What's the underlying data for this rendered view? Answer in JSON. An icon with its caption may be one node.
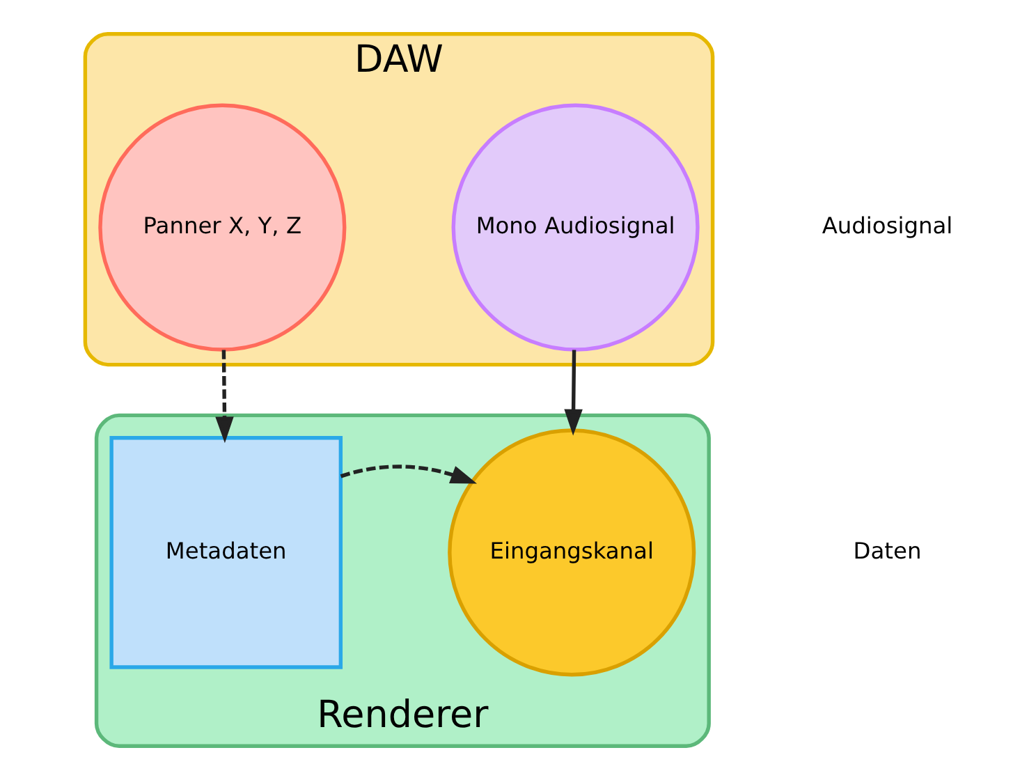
{
  "diagram": {
    "nodes": [
      {
        "text": [
          "DAW"
        ]
      },
      {
        "text": [
          "Mono Audiosignal"
        ],
        "in": 0
      },
      {
        "text": [
          "Panner X, Y, Z"
        ],
        "in": 0
      },
      {
        "text": [
          "Renderer"
        ]
      },
      {
        "text": [
          "Eingangskanal"
        ],
        "in": 3
      },
      {
        "text": [
          "Metadaten"
        ],
        "in": 3
      }
    ],
    "edges": [
      {
        "from": 1,
        "to": 4,
        "arrow": "to"
      },
      {
        "from": 2,
        "to": 5,
        "arrow": "to",
        "style": "dashed"
      },
      {
        "from": 5,
        "to": 4,
        "arrow": "to",
        "style": "dashed"
      }
    ],
    "legend": [
      {
        "text": "Audiosignal"
      },
      {
        "text": "Daten"
      }
    ]
  }
}
